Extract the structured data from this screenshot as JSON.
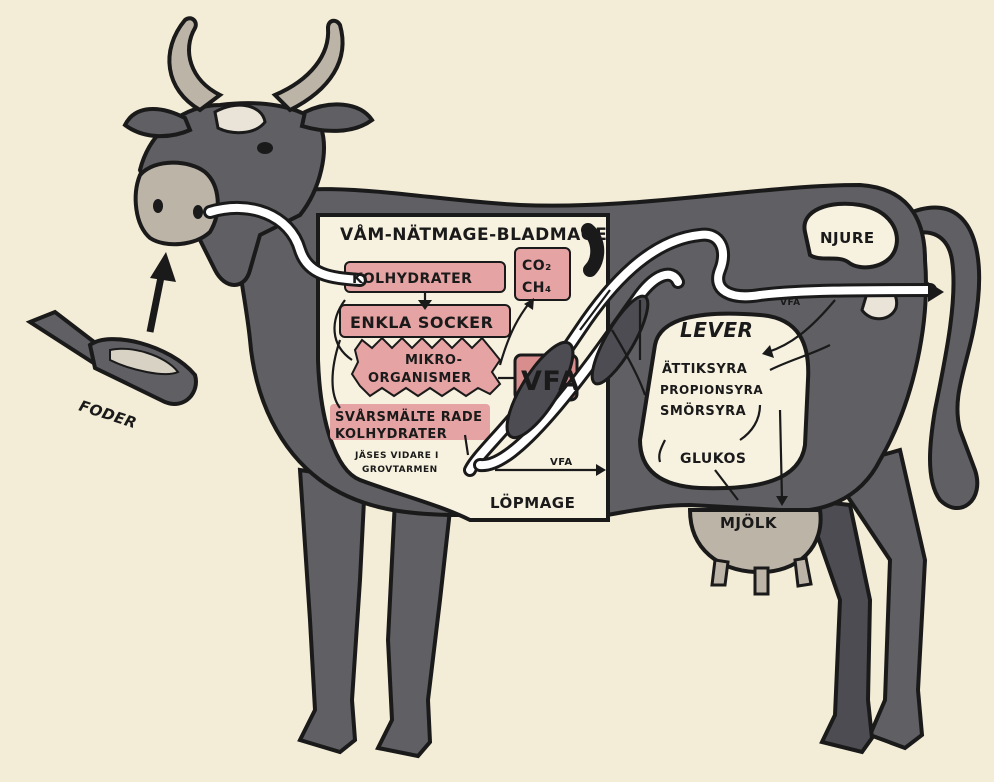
{
  "colors": {
    "background": "#f3ecd6",
    "cow_body": "#5f5f64",
    "cow_outline": "#1a1a1a",
    "light_patch": "#e9e3d8",
    "highlight_pink": "#e6a3a3",
    "vfa_box": "#d98e8e",
    "panel_fill": "#f7f1df"
  },
  "labels": {
    "stomach_header": "VÅM-NÄTMAGE-BLADMAGE",
    "co2": "CO₂",
    "ch4": "CH₄",
    "kolhydrater": "KOLHYDRATER",
    "enkla_socker": "ENKLA SOCKER",
    "mikro": "MIKRO-",
    "organismer": "ORGANISMER",
    "vfa_big": "VFA",
    "svarsmalt_1": "SVÅRSMÄLTE RADE",
    "svarsmalt_2": "KOLHYDRATER",
    "jases_1": "JÄSES VIDARE I",
    "jases_2": "GROVTARMEN",
    "vfa_bottom": "VFA",
    "lopmage": "LÖPMAGE",
    "njure": "NJURE",
    "vfa_kidney": "VFA",
    "lever": "LEVER",
    "attiksyra": "ÄTTIKSYRA",
    "propionsyra": "PROPIONSYRA",
    "smorsyra": "SMÖRSYRA",
    "glukos": "GLUKOS",
    "mjolk": "MJÖLK",
    "foder": "FODER"
  }
}
